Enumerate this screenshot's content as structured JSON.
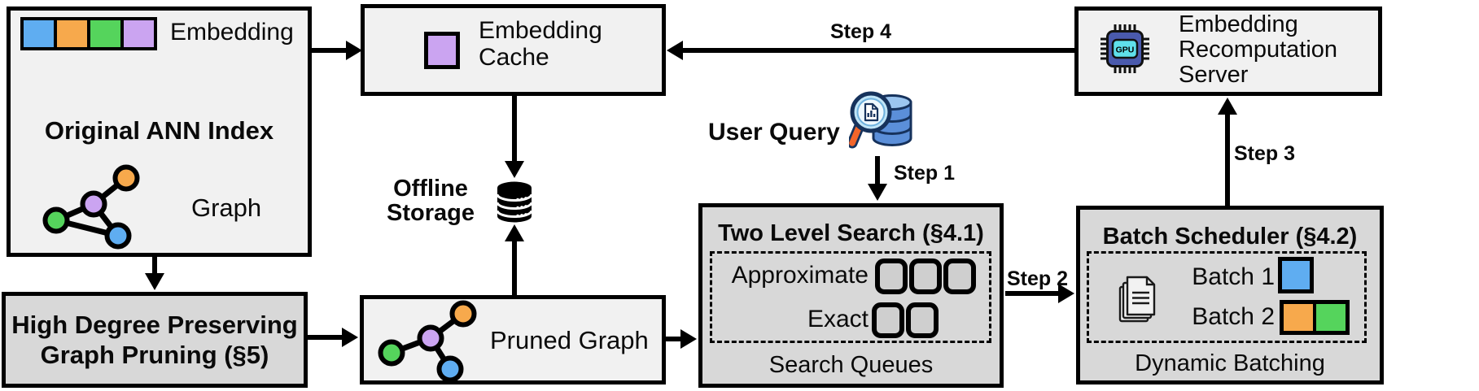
{
  "colors": {
    "blue": "#5fadf1",
    "orange": "#f7a94c",
    "green": "#55d45c",
    "purple": "#cba4f1",
    "box_light_bg": "#f1f1f1",
    "box_gray_bg": "#d8d8d8",
    "queue_square_bg": "#cfcfcf",
    "outline_black": "#000000",
    "gpu_body_navy": "#4a5aad",
    "gpu_screen_cyan": "#5fe0ea",
    "query_db_blue": "#5b8fd9",
    "query_db_top_blue": "#9cc6f0",
    "query_outline_navy": "#16325c",
    "query_handle_orange": "#f2652a",
    "query_lens_blue": "#bfe4f7"
  },
  "original_index": {
    "embedding_label": "Embedding",
    "title": "Original ANN Index",
    "graph_label": "Graph"
  },
  "embedding_cache": {
    "label": "Embedding\nCache"
  },
  "offline_storage": {
    "label": "Offline\nStorage"
  },
  "user_query": {
    "label": "User Query"
  },
  "steps": {
    "s1": "Step 1",
    "s2": "Step 2",
    "s3": "Step 3",
    "s4": "Step 4"
  },
  "two_level_search": {
    "title": "Two Level Search (§4.1)",
    "approximate_label": "Approximate",
    "approximate_queue_count": 3,
    "exact_label": "Exact",
    "exact_queue_count": 2,
    "caption": "Search Queues"
  },
  "batch_scheduler": {
    "title": "Batch Scheduler (§4.2)",
    "batch1_label": "Batch 1",
    "batch2_label": "Batch 2",
    "caption": "Dynamic Batching"
  },
  "recomputation_server": {
    "label": "Embedding\nRecomputation\nServer",
    "gpu_chip_label": "GPU"
  },
  "graph_pruning": {
    "title": "High Degree Preserving\nGraph Pruning (§5)"
  },
  "pruned_graph": {
    "label": "Pruned Graph"
  }
}
